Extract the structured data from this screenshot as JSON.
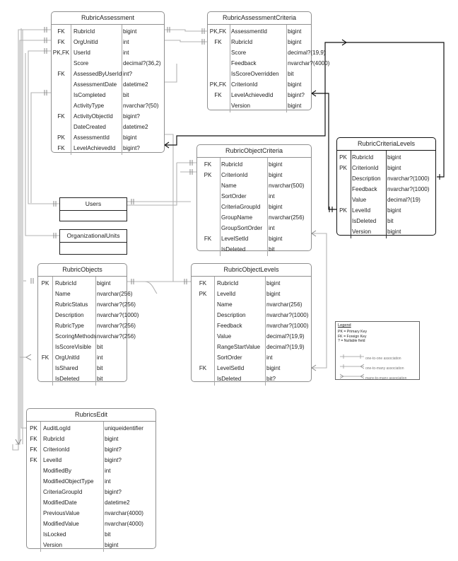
{
  "entities": {
    "rubric_assessment": {
      "title": "RubricAssessment",
      "rows": [
        {
          "key": "FK",
          "name": "RubricId",
          "type": "bigint"
        },
        {
          "key": "FK",
          "name": "OrgUnitId",
          "type": "int"
        },
        {
          "key": "PK,FK",
          "name": "UserId",
          "type": "int"
        },
        {
          "key": "",
          "name": "Score",
          "type": "decimal?(36,2)"
        },
        {
          "key": "FK",
          "name": "AssessedByUserId",
          "type": "int?"
        },
        {
          "key": "",
          "name": "AssessmentDate",
          "type": "datetime2"
        },
        {
          "key": "",
          "name": "IsCompleted",
          "type": "bit"
        },
        {
          "key": "",
          "name": "ActivityType",
          "type": "nvarchar?(50)"
        },
        {
          "key": "FK",
          "name": "ActivityObjectId",
          "type": "bigint?"
        },
        {
          "key": "",
          "name": "DateCreated",
          "type": "datetime2"
        },
        {
          "key": "PK",
          "name": "AssessmentId",
          "type": "bigint"
        },
        {
          "key": "FK",
          "name": "LevelAchievedId",
          "type": "bigint?"
        }
      ]
    },
    "rubric_assessment_criteria": {
      "title": "RubricAssessmentCriteria",
      "rows": [
        {
          "key": "PK,FK",
          "name": "AssessmentId",
          "type": "bigint"
        },
        {
          "key": "FK",
          "name": "RubricId",
          "type": "bigint"
        },
        {
          "key": "",
          "name": "Score",
          "type": "decimal?(19,9)"
        },
        {
          "key": "",
          "name": "Feedback",
          "type": "nvarchar?(4000)"
        },
        {
          "key": "",
          "name": "IsScoreOverridden",
          "type": "bit"
        },
        {
          "key": "PK,FK",
          "name": "CriterionId",
          "type": "bigint"
        },
        {
          "key": "FK",
          "name": "LevelAchievedId",
          "type": "bigint?"
        },
        {
          "key": "",
          "name": "Version",
          "type": "bigint"
        }
      ]
    },
    "rubric_criteria_levels": {
      "title": "RubricCriteriaLevels",
      "rows": [
        {
          "key": "PK",
          "name": "RubricId",
          "type": "bigint"
        },
        {
          "key": "PK",
          "name": "CriterionId",
          "type": "bigint"
        },
        {
          "key": "",
          "name": "Description",
          "type": "nvarchar?(1000)"
        },
        {
          "key": "",
          "name": "Feedback",
          "type": "nvarchar?(1000)"
        },
        {
          "key": "",
          "name": "Value",
          "type": "decimal?(19)"
        },
        {
          "key": "PK",
          "name": "LevelId",
          "type": "bigint"
        },
        {
          "key": "",
          "name": "IsDeleted",
          "type": "bit"
        },
        {
          "key": "",
          "name": "Version",
          "type": "bigint"
        }
      ]
    },
    "rubric_object_criteria": {
      "title": "RubricObjectCriteria",
      "rows": [
        {
          "key": "FK",
          "name": "RubricId",
          "type": "bigint"
        },
        {
          "key": "PK",
          "name": "CriterionId",
          "type": "bigint"
        },
        {
          "key": "",
          "name": "Name",
          "type": "nvarchar(500)"
        },
        {
          "key": "",
          "name": "SortOrder",
          "type": "int"
        },
        {
          "key": "",
          "name": "CriteriaGroupId",
          "type": "bigint"
        },
        {
          "key": "",
          "name": "GroupName",
          "type": "nvarchar(256)"
        },
        {
          "key": "",
          "name": "GroupSortOrder",
          "type": "int"
        },
        {
          "key": "FK",
          "name": "LevelSetId",
          "type": "bigint"
        },
        {
          "key": "",
          "name": "IsDeleted",
          "type": "bit"
        }
      ]
    },
    "rubric_objects": {
      "title": "RubricObjects",
      "rows": [
        {
          "key": "PK",
          "name": "RubricId",
          "type": "bigint"
        },
        {
          "key": "",
          "name": "Name",
          "type": "nvarchar(256)"
        },
        {
          "key": "",
          "name": "RubricStatus",
          "type": "nvarchar?(256)"
        },
        {
          "key": "",
          "name": "Description",
          "type": "nvarchar?(1000)"
        },
        {
          "key": "",
          "name": "RubricType",
          "type": "nvarchar?(256)"
        },
        {
          "key": "",
          "name": "ScoringMethods",
          "type": "nvarchar?(256)"
        },
        {
          "key": "",
          "name": "IsScoreVisible",
          "type": "bit"
        },
        {
          "key": "FK",
          "name": "OrgUnitId",
          "type": "int"
        },
        {
          "key": "",
          "name": "IsShared",
          "type": "bit"
        },
        {
          "key": "",
          "name": "IsDeleted",
          "type": "bit"
        }
      ]
    },
    "rubric_object_levels": {
      "title": "RubricObjectLevels",
      "rows": [
        {
          "key": "FK",
          "name": "RubricId",
          "type": "bigint"
        },
        {
          "key": "PK",
          "name": "LevelId",
          "type": "bigint"
        },
        {
          "key": "",
          "name": "Name",
          "type": "nvarchar(256)"
        },
        {
          "key": "",
          "name": "Description",
          "type": "nvarchar?(1000)"
        },
        {
          "key": "",
          "name": "Feedback",
          "type": "nvarchar?(1000)"
        },
        {
          "key": "",
          "name": "Value",
          "type": "decimal?(19,9)"
        },
        {
          "key": "",
          "name": "RangeStartValue",
          "type": "decimal?(19,9)"
        },
        {
          "key": "",
          "name": "SortOrder",
          "type": "int"
        },
        {
          "key": "FK",
          "name": "LevelSetId",
          "type": "bigint"
        },
        {
          "key": "",
          "name": "IsDeleted",
          "type": "bit?"
        }
      ]
    },
    "rubrics_edit": {
      "title": "RubricsEdit",
      "rows": [
        {
          "key": "PK",
          "name": "AuditLogId",
          "type": "uniqueidentifier"
        },
        {
          "key": "FK",
          "name": "RubricId",
          "type": "bigint"
        },
        {
          "key": "FK",
          "name": "CriterionId",
          "type": "bigint?"
        },
        {
          "key": "FK",
          "name": "LevelId",
          "type": "bigint?"
        },
        {
          "key": "",
          "name": "ModifiedBy",
          "type": "int"
        },
        {
          "key": "",
          "name": "ModifiedObjectType",
          "type": "int"
        },
        {
          "key": "",
          "name": "CriteriaGroupId",
          "type": "bigint?"
        },
        {
          "key": "",
          "name": "ModifiedDate",
          "type": "datetime2"
        },
        {
          "key": "",
          "name": "PreviousValue",
          "type": "nvarchar(4000)"
        },
        {
          "key": "",
          "name": "ModifiedValue",
          "type": "nvarchar(4000)"
        },
        {
          "key": "",
          "name": "IsLocked",
          "type": "bit"
        },
        {
          "key": "",
          "name": "Version",
          "type": "bigint"
        }
      ]
    }
  },
  "external": {
    "users": "Users",
    "org_units": "OrganizationalUnits"
  },
  "legend": {
    "title": "Legend",
    "pk": "PK = Primary Key",
    "fk": "FK = Foreign Key",
    "nullable": "? = Nullable field",
    "one_to_one": "one-to-one association",
    "one_to_many": "one-to-many association",
    "many_to_many": "many-to-many association"
  },
  "colors": {
    "border": "#8f8f8f",
    "highlight_border": "#111111",
    "connector": "#b3b3b3",
    "connector_dark": "#111111"
  }
}
